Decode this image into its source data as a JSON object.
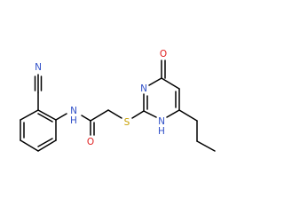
{
  "molecule": {
    "atom_labels": {
      "cyano_n": "N",
      "amide_nh": "N\nH",
      "amide_o": "O",
      "thioether_s": "S",
      "ring_n3": "N",
      "ring_nh": "N\nH",
      "ring_o": "O"
    }
  },
  "colors": {
    "bond": "#000000",
    "nitrogen": "#3050c8",
    "oxygen": "#e02020",
    "sulfur": "#c8a000"
  }
}
